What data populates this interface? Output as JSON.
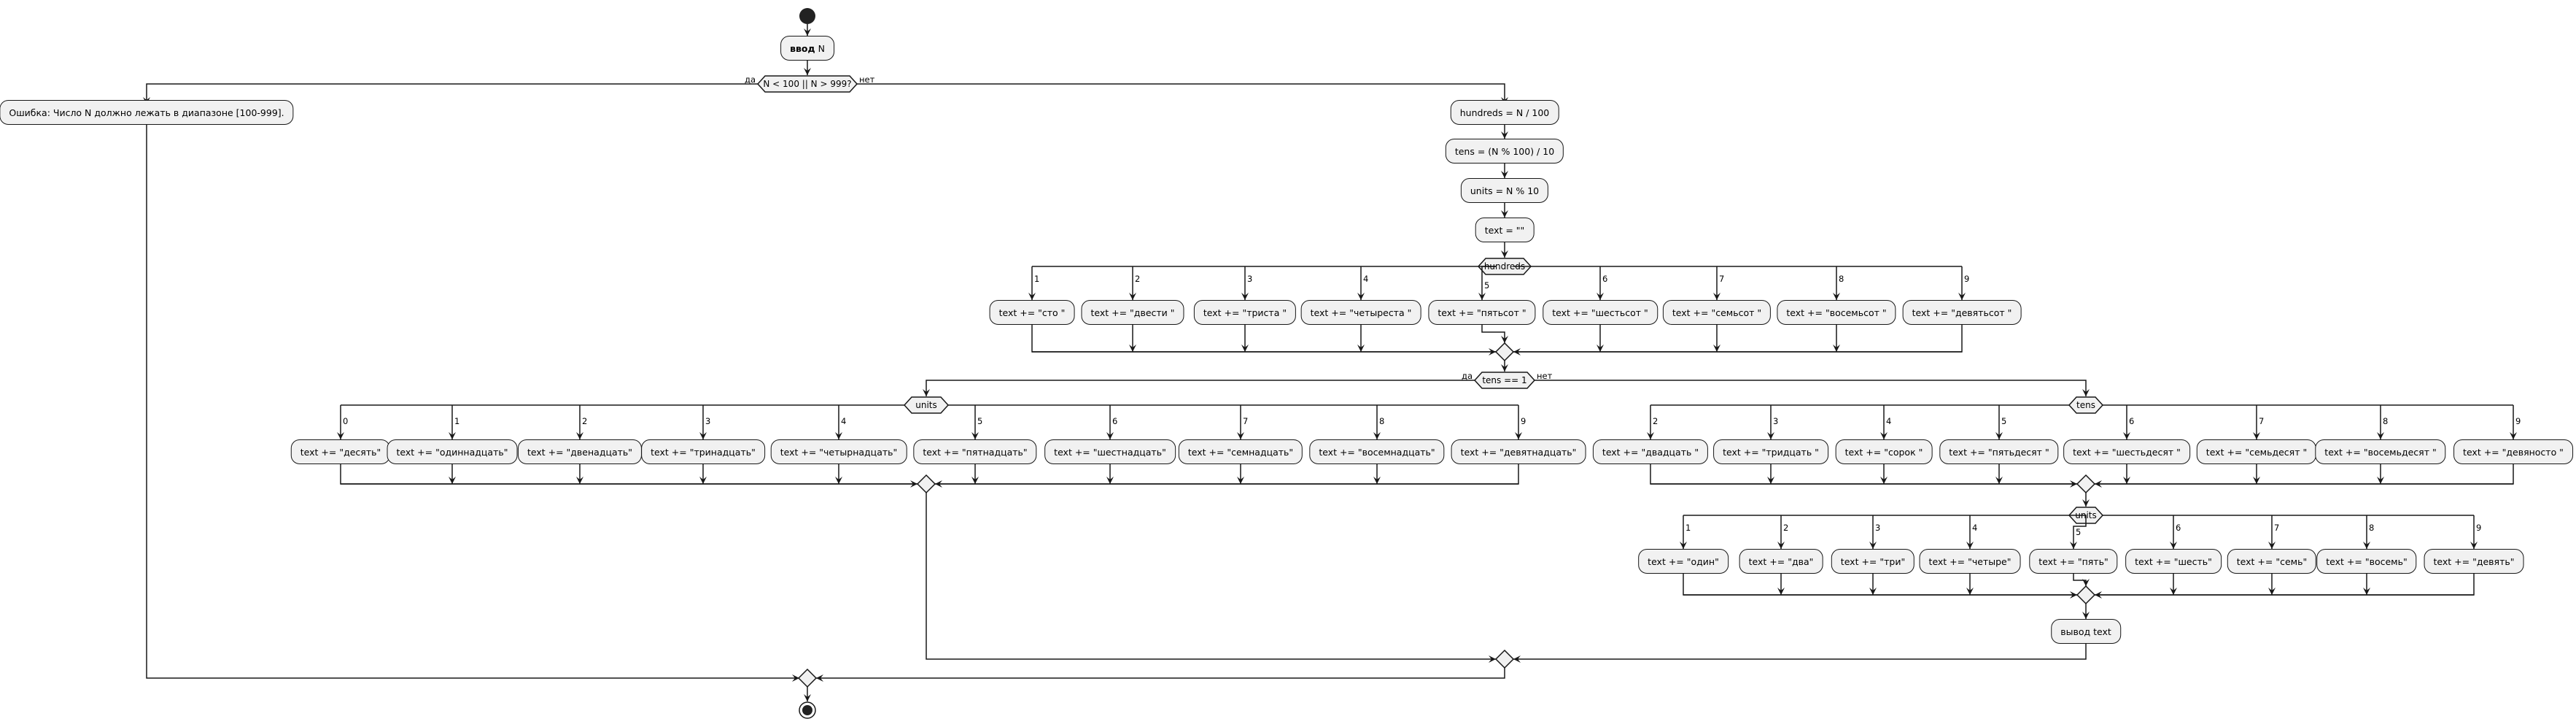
{
  "input_node": {
    "keyword": "ввод",
    "var": "N"
  },
  "range_check": {
    "condition": "N < 100 || N > 999?",
    "yes": "да",
    "no": "нет"
  },
  "error_text": "Ошибка: Число N должно лежать в диапазоне [100-999].",
  "steps": [
    "hundreds = N / 100",
    "tens = (N % 100) / 10",
    "units = N % 10",
    "text = \"\""
  ],
  "hundreds_switch": {
    "label": "hundreds",
    "cases": [
      {
        "v": "1",
        "t": "text += \"сто \""
      },
      {
        "v": "2",
        "t": "text += \"двести \""
      },
      {
        "v": "3",
        "t": "text += \"триста \""
      },
      {
        "v": "4",
        "t": "text += \"четыреста \""
      },
      {
        "v": "5",
        "t": "text += \"пятьсот \""
      },
      {
        "v": "6",
        "t": "text += \"шестьсот \""
      },
      {
        "v": "7",
        "t": "text += \"семьсот \""
      },
      {
        "v": "8",
        "t": "text += \"восемьсот \""
      },
      {
        "v": "9",
        "t": "text += \"девятьсот \""
      }
    ]
  },
  "tens_check": {
    "condition": "tens == 1",
    "yes": "да",
    "no": "нет"
  },
  "teens_switch": {
    "label": "units",
    "cases": [
      {
        "v": "0",
        "t": "text += \"десять\""
      },
      {
        "v": "1",
        "t": "text += \"одиннадцать\""
      },
      {
        "v": "2",
        "t": "text += \"двенадцать\""
      },
      {
        "v": "3",
        "t": "text += \"тринадцать\""
      },
      {
        "v": "4",
        "t": "text += \"четырнадцать\""
      },
      {
        "v": "5",
        "t": "text += \"пятнадцать\""
      },
      {
        "v": "6",
        "t": "text += \"шестнадцать\""
      },
      {
        "v": "7",
        "t": "text += \"семнадцать\""
      },
      {
        "v": "8",
        "t": "text += \"восемнадцать\""
      },
      {
        "v": "9",
        "t": "text += \"девятнадцать\""
      }
    ]
  },
  "tens_switch": {
    "label": "tens",
    "cases": [
      {
        "v": "2",
        "t": "text += \"двадцать \""
      },
      {
        "v": "3",
        "t": "text += \"тридцать \""
      },
      {
        "v": "4",
        "t": "text += \"сорок \""
      },
      {
        "v": "5",
        "t": "text += \"пятьдесят \""
      },
      {
        "v": "6",
        "t": "text += \"шестьдесят \""
      },
      {
        "v": "7",
        "t": "text += \"семьдесят \""
      },
      {
        "v": "8",
        "t": "text += \"восемьдесят \""
      },
      {
        "v": "9",
        "t": "text += \"девяносто \""
      }
    ]
  },
  "units_switch": {
    "label": "units",
    "cases": [
      {
        "v": "1",
        "t": "text += \"один\""
      },
      {
        "v": "2",
        "t": "text += \"два\""
      },
      {
        "v": "3",
        "t": "text += \"три\""
      },
      {
        "v": "4",
        "t": "text += \"четыре\""
      },
      {
        "v": "5",
        "t": "text += \"пять\""
      },
      {
        "v": "6",
        "t": "text += \"шесть\""
      },
      {
        "v": "7",
        "t": "text += \"семь\""
      },
      {
        "v": "8",
        "t": "text += \"восемь\""
      },
      {
        "v": "9",
        "t": "text += \"девять\""
      }
    ]
  },
  "output_text": "вывод text",
  "colors": {
    "node_fill": "#f1f1f1",
    "stroke": "#181818",
    "start_fill": "#222222"
  },
  "icons": {
    "start": "start-node-icon",
    "end": "end-node-icon"
  }
}
